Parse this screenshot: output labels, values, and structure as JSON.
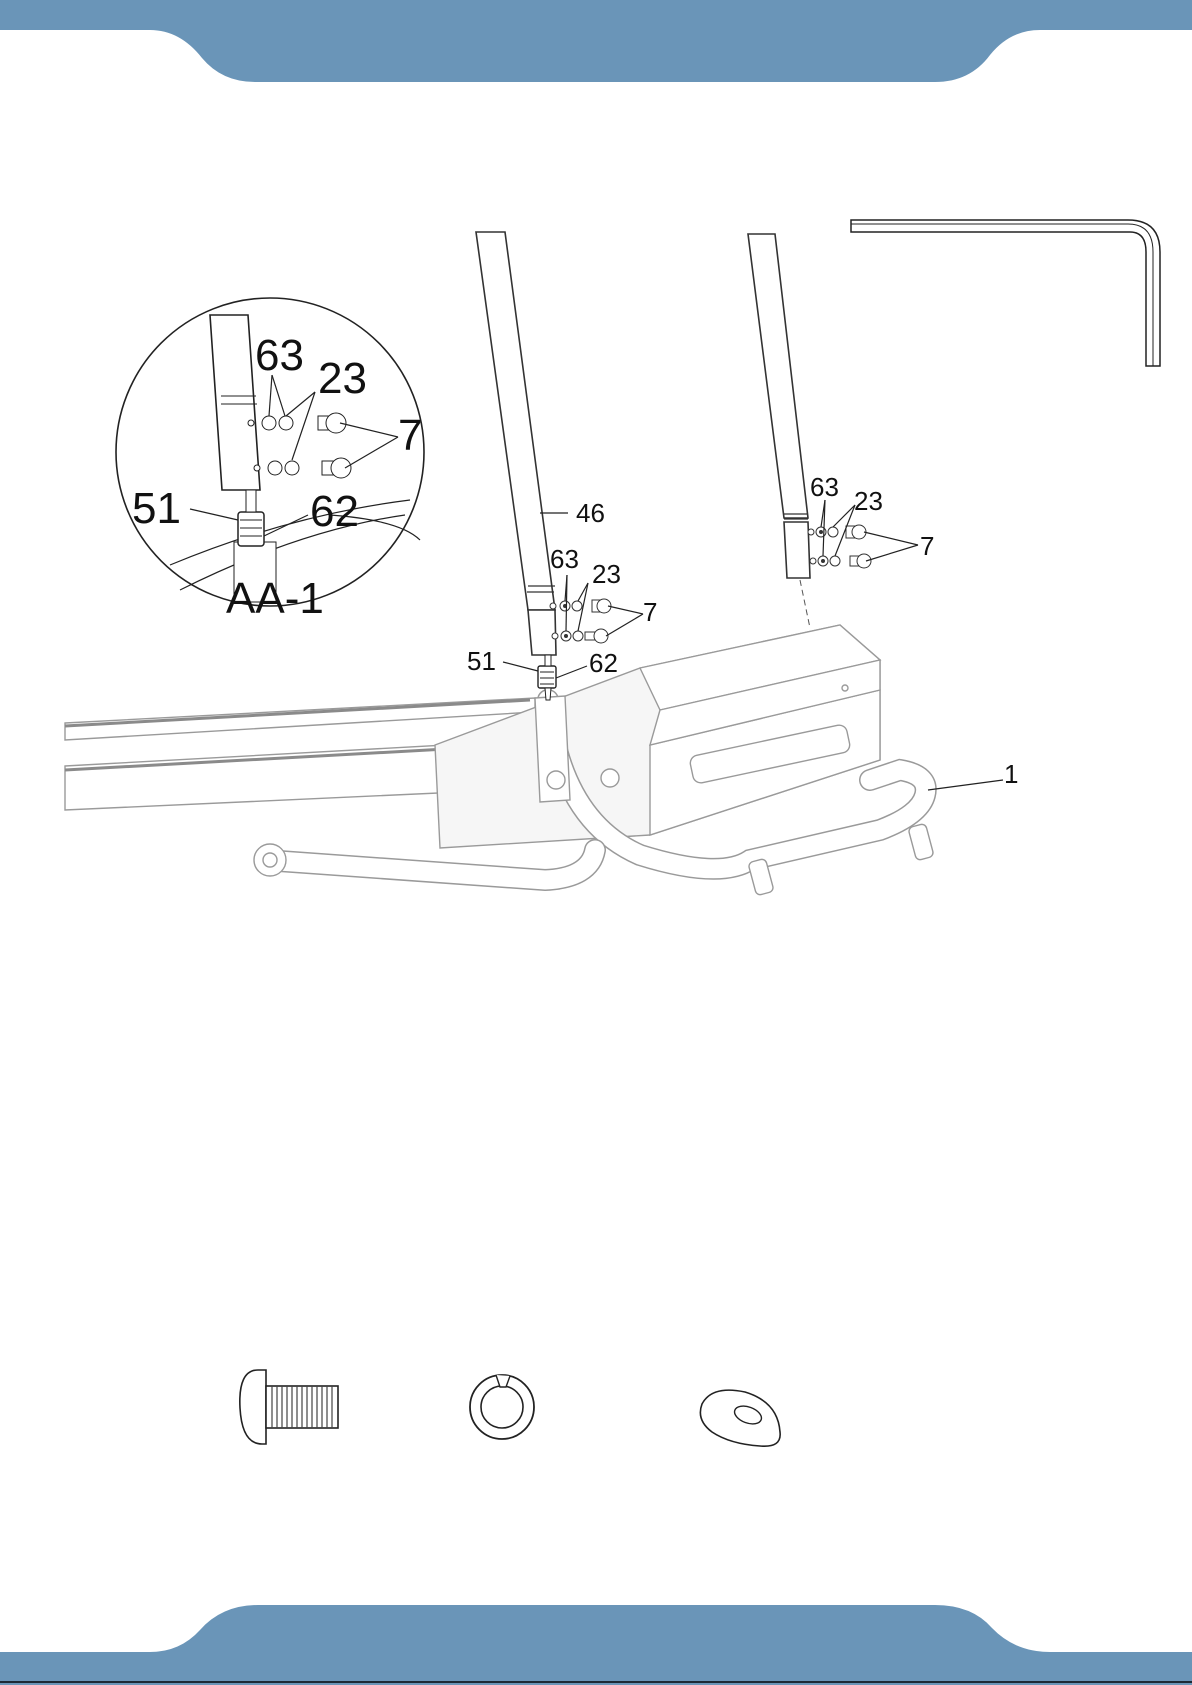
{
  "colors": {
    "band": "#6a95b8",
    "band_dark": "#4f7aa0"
  },
  "callouts": {
    "detail": {
      "c63": "63",
      "c23": "23",
      "c7": "7",
      "c51": "51",
      "c62": "62",
      "caa": "AA-1"
    },
    "left_upright": {
      "c46": "46",
      "c63": "63",
      "c23": "23",
      "c7": "7",
      "c51": "51",
      "c62": "62"
    },
    "right_upright": {
      "c63": "63",
      "c23": "23",
      "c7": "7"
    },
    "frame": {
      "c1": "1"
    }
  },
  "hardware_icons": [
    "bolt-icon",
    "spring-washer-icon",
    "curved-washer-icon"
  ],
  "tool_icon": "allen-key-icon"
}
